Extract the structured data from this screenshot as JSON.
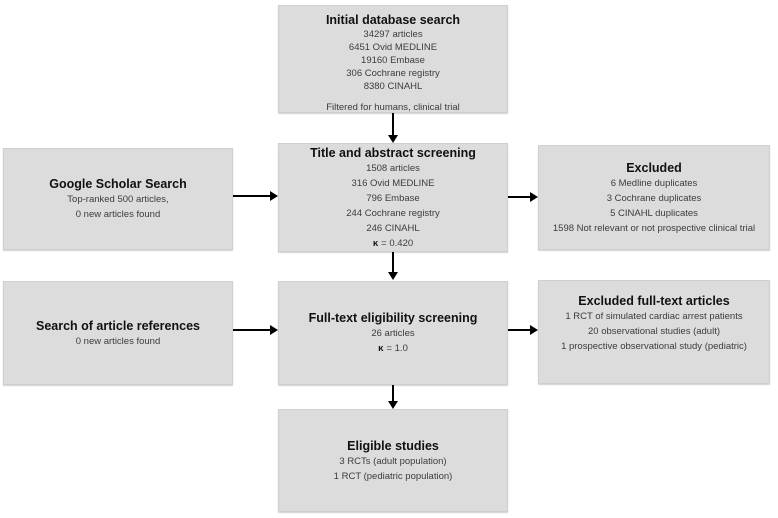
{
  "colors": {
    "background": "#ffffff",
    "box_fill": "#dcdcdc",
    "box_border": "#cfcfcf",
    "title_text": "#111111",
    "body_text": "#3c3c3c",
    "arrow": "#000000"
  },
  "boxes": {
    "initial_search": {
      "title": "Initial database search",
      "lines": [
        "34297 articles",
        "6451 Ovid MEDLINE",
        "19160 Embase",
        "306 Cochrane registry",
        "8380 CINAHL"
      ],
      "footnote": "Filtered for humans, clinical trial"
    },
    "google_scholar": {
      "title": "Google Scholar Search",
      "lines": [
        "Top-ranked 500 articles,",
        "0 new articles found"
      ]
    },
    "title_abstract": {
      "title": "Title and abstract screening",
      "lines": [
        "1508 articles",
        "316 Ovid MEDLINE",
        "796 Embase",
        "244 Cochrane registry",
        "246 CINAHL"
      ],
      "kappa_symbol": "κ",
      "kappa_value": "= 0.420"
    },
    "excluded_title_abstract": {
      "title": "Excluded",
      "lines": [
        "6 Medline duplicates",
        "3 Cochrane duplicates",
        "5 CINAHL duplicates",
        "1598 Not relevant or not prospective clinical trial"
      ]
    },
    "article_references": {
      "title": "Search of article references",
      "lines": [
        "0 new articles found"
      ]
    },
    "full_text": {
      "title": "Full-text eligibility screening",
      "lines": [
        "26 articles"
      ],
      "kappa_symbol": "κ",
      "kappa_value": "= 1.0"
    },
    "excluded_full_text": {
      "title": "Excluded full-text articles",
      "lines": [
        "1 RCT of simulated cardiac arrest patients",
        "20 observational studies (adult)",
        "1 prospective observational study (pediatric)"
      ]
    },
    "eligible": {
      "title": "Eligible studies",
      "lines": [
        "3 RCTs (adult population)",
        "1 RCT (pediatric population)"
      ]
    }
  }
}
